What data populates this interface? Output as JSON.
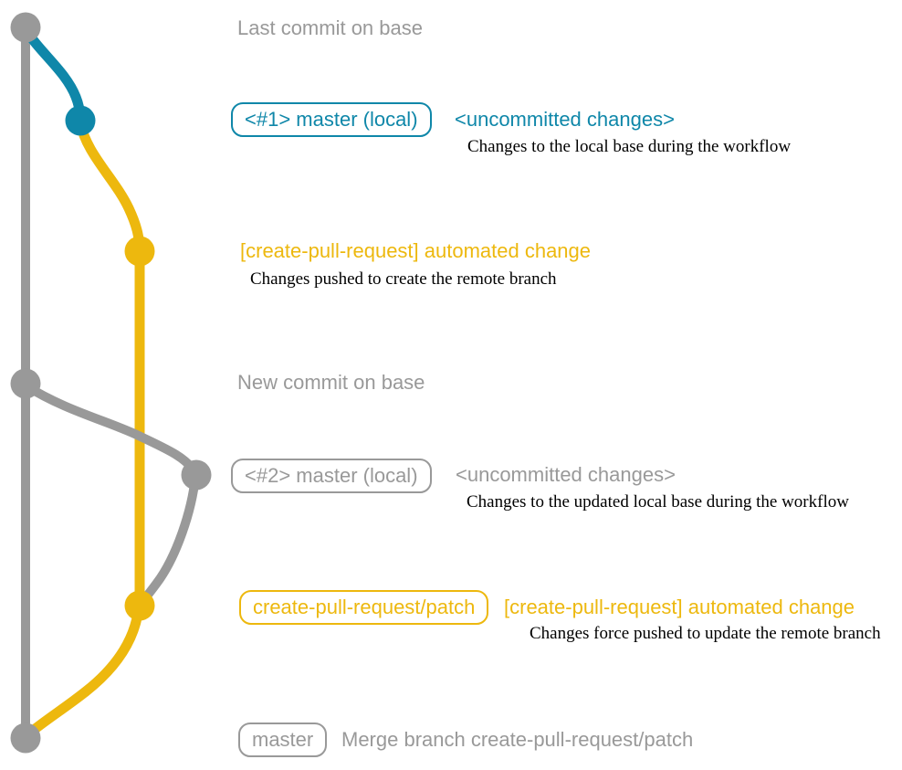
{
  "colors": {
    "base_branch_gray": "#999999",
    "local_branch_teal": "#0f87a9",
    "patch_branch_gold": "#edb80e",
    "description_black": "#000000"
  },
  "rows": {
    "last_commit": {
      "label": "Last commit on base"
    },
    "commit1": {
      "badge": "<#1> master (local)",
      "note": "<uncommitted changes>",
      "desc": "Changes to the local base during the workflow"
    },
    "cpr1": {
      "title": "[create-pull-request] automated change",
      "desc": "Changes pushed to create the remote branch"
    },
    "new_commit": {
      "label": "New commit on base"
    },
    "commit2": {
      "badge": "<#2> master (local)",
      "note": "<uncommitted changes>",
      "desc": "Changes to the updated local base during the workflow"
    },
    "cpr2": {
      "badge": "create-pull-request/patch",
      "title": "[create-pull-request] automated change",
      "desc": "Changes force pushed to update the remote branch"
    },
    "merge": {
      "badge": "master",
      "label": "Merge branch create-pull-request/patch"
    }
  }
}
